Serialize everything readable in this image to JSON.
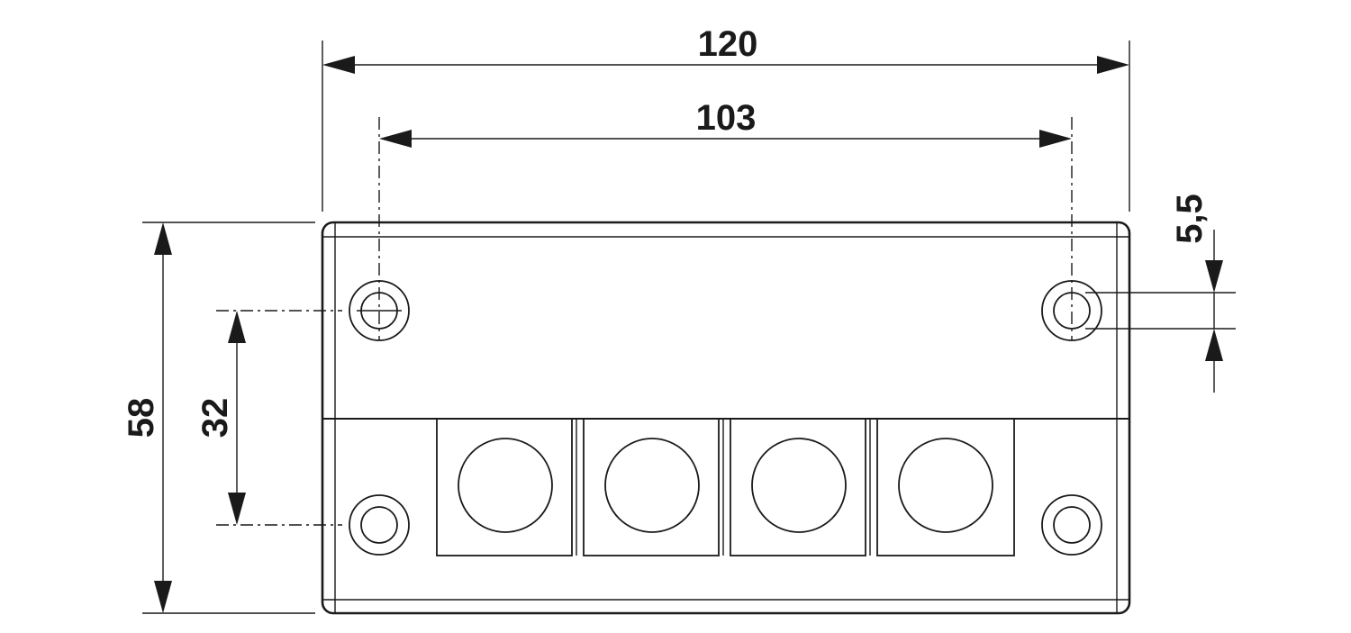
{
  "dimensions": {
    "overall_width": "120",
    "hole_spacing_horizontal": "103",
    "overall_height": "58",
    "hole_spacing_vertical": "32",
    "hole_diameter": "5,5"
  },
  "colors": {
    "line": "#1a1a1a",
    "background": "#ffffff"
  },
  "entry_openings": 4,
  "mounting_holes": 4
}
